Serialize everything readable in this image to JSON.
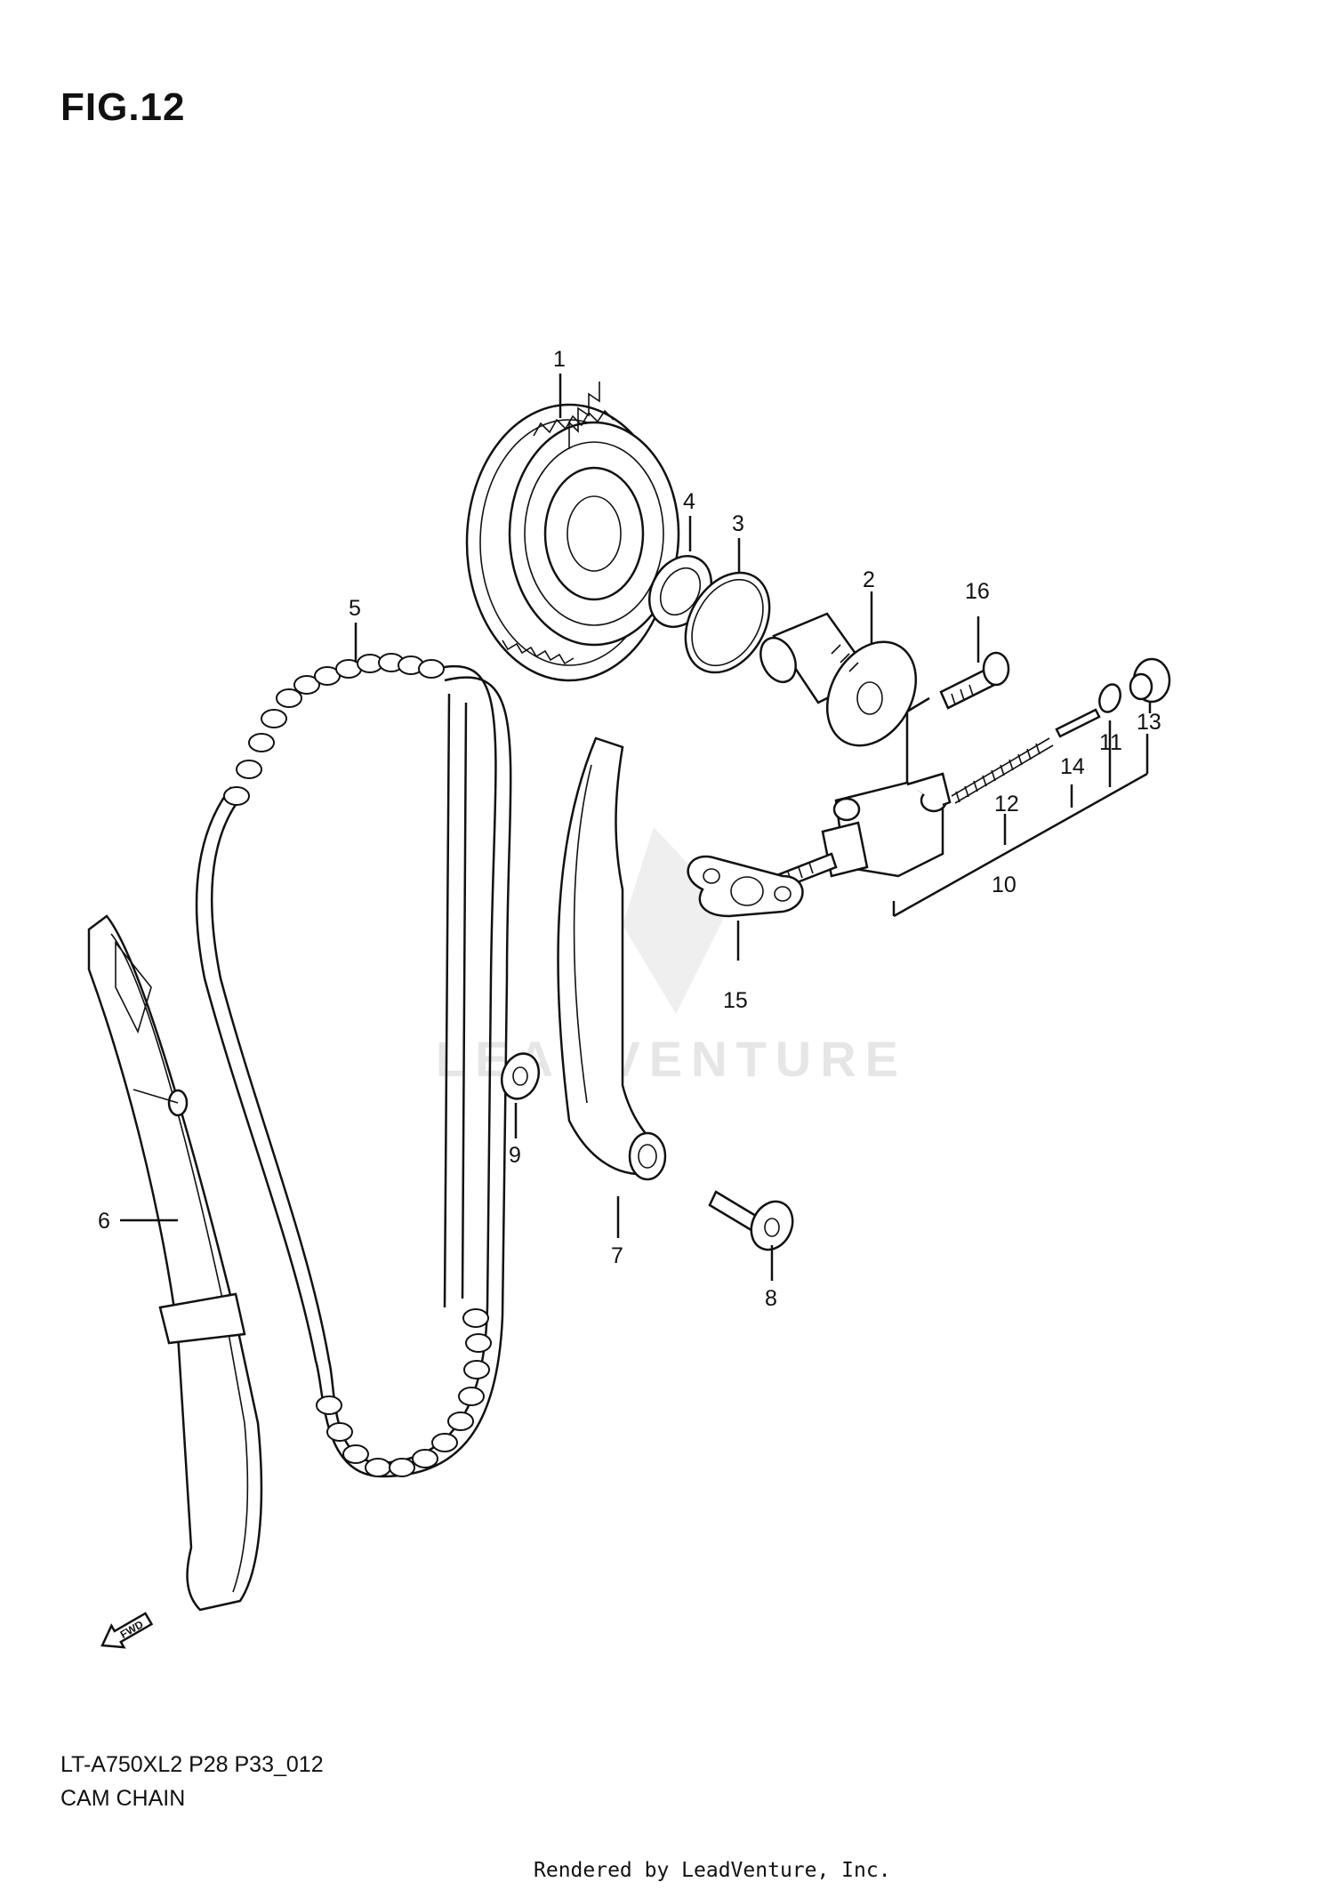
{
  "figure": {
    "title": "FIG.12",
    "model_code": "LT-A750XL2 P28 P33_012",
    "section": "CAM CHAIN",
    "credit": "Rendered by LeadVenture, Inc.",
    "watermark": "LEADVENTURE"
  },
  "fwd_marker": "FWD",
  "callouts": [
    {
      "id": "1",
      "part": "cam-sprocket"
    },
    {
      "id": "2",
      "part": "tensioner-adjuster-cap"
    },
    {
      "id": "3",
      "part": "o-ring"
    },
    {
      "id": "4",
      "part": "washer"
    },
    {
      "id": "5",
      "part": "cam-chain"
    },
    {
      "id": "6",
      "part": "chain-guide"
    },
    {
      "id": "7",
      "part": "tensioner-guide"
    },
    {
      "id": "8",
      "part": "guide-bolt"
    },
    {
      "id": "9",
      "part": "washer-small"
    },
    {
      "id": "10",
      "part": "tensioner-assembly"
    },
    {
      "id": "11",
      "part": "gasket-ring"
    },
    {
      "id": "12",
      "part": "spring"
    },
    {
      "id": "13",
      "part": "cap-bolt"
    },
    {
      "id": "14",
      "part": "rod"
    },
    {
      "id": "15",
      "part": "tensioner-gasket"
    },
    {
      "id": "16",
      "part": "bolt"
    }
  ],
  "colors": {
    "line": "#111111",
    "background": "#ffffff",
    "watermark": "#e6e6e6"
  }
}
